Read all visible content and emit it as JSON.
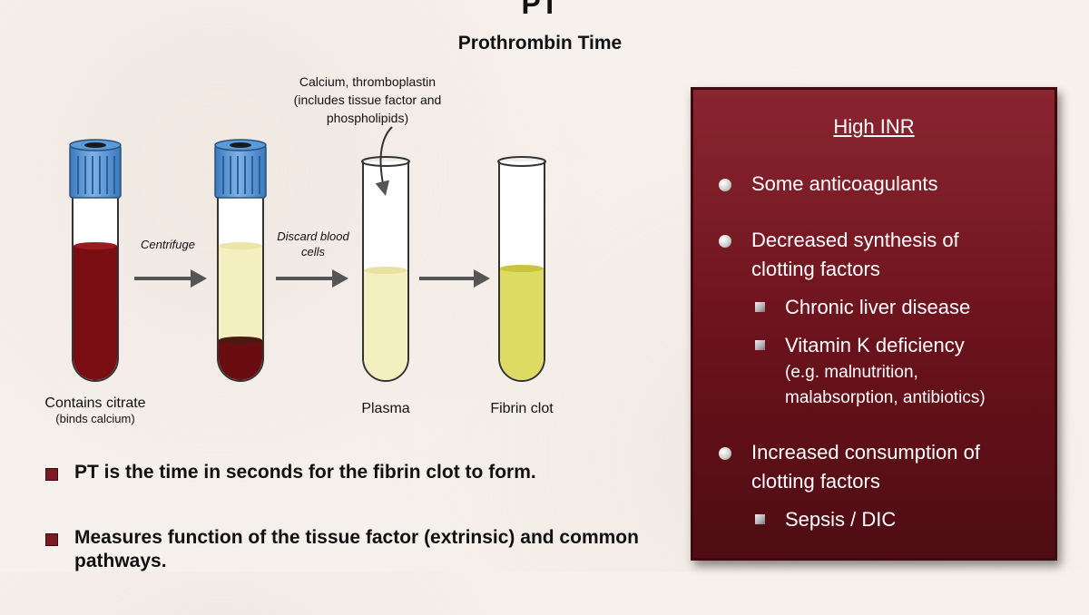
{
  "header": {
    "title": "PT",
    "subtitle": "Prothrombin Time"
  },
  "diagram": {
    "reagent_label": "Calcium, thromboplastin (includes tissue factor and phospholipids)",
    "steps": [
      {
        "label": "Centrifuge"
      },
      {
        "label": "Discard blood cells"
      }
    ],
    "tubes": [
      {
        "label": "Contains citrate",
        "sublabel": "(binds calcium)"
      },
      {
        "label": ""
      },
      {
        "label": "Plasma"
      },
      {
        "label": "Fibrin clot"
      }
    ],
    "colors": {
      "blood": "#7a0d12",
      "plasma_light": "#f4efbf",
      "plasma_bright": "#dedb63",
      "cap": "#4f8fd0",
      "arrow": "#555555"
    }
  },
  "bullets": [
    "PT is the time in seconds for the fibrin clot to form.",
    "Measures function of the tissue factor (extrinsic) and common pathways."
  ],
  "panel": {
    "title": "High INR",
    "items": [
      {
        "text": "Some anticoagulants"
      },
      {
        "text_line1": "Decreased synthesis of",
        "text_line2": "clotting factors",
        "subitems": [
          {
            "text": "Chronic liver disease"
          },
          {
            "text": "Vitamin K deficiency",
            "note_line1": "(e.g. malnutrition,",
            "note_line2": "malabsorption, antibiotics)"
          }
        ]
      },
      {
        "text_line1": "Increased consumption of",
        "text_line2": "clotting factors",
        "subitems": [
          {
            "text": "Sepsis / DIC"
          }
        ]
      }
    ],
    "colors": {
      "bg_top": "#8a2530",
      "bg_bottom": "#4f0c13"
    }
  }
}
